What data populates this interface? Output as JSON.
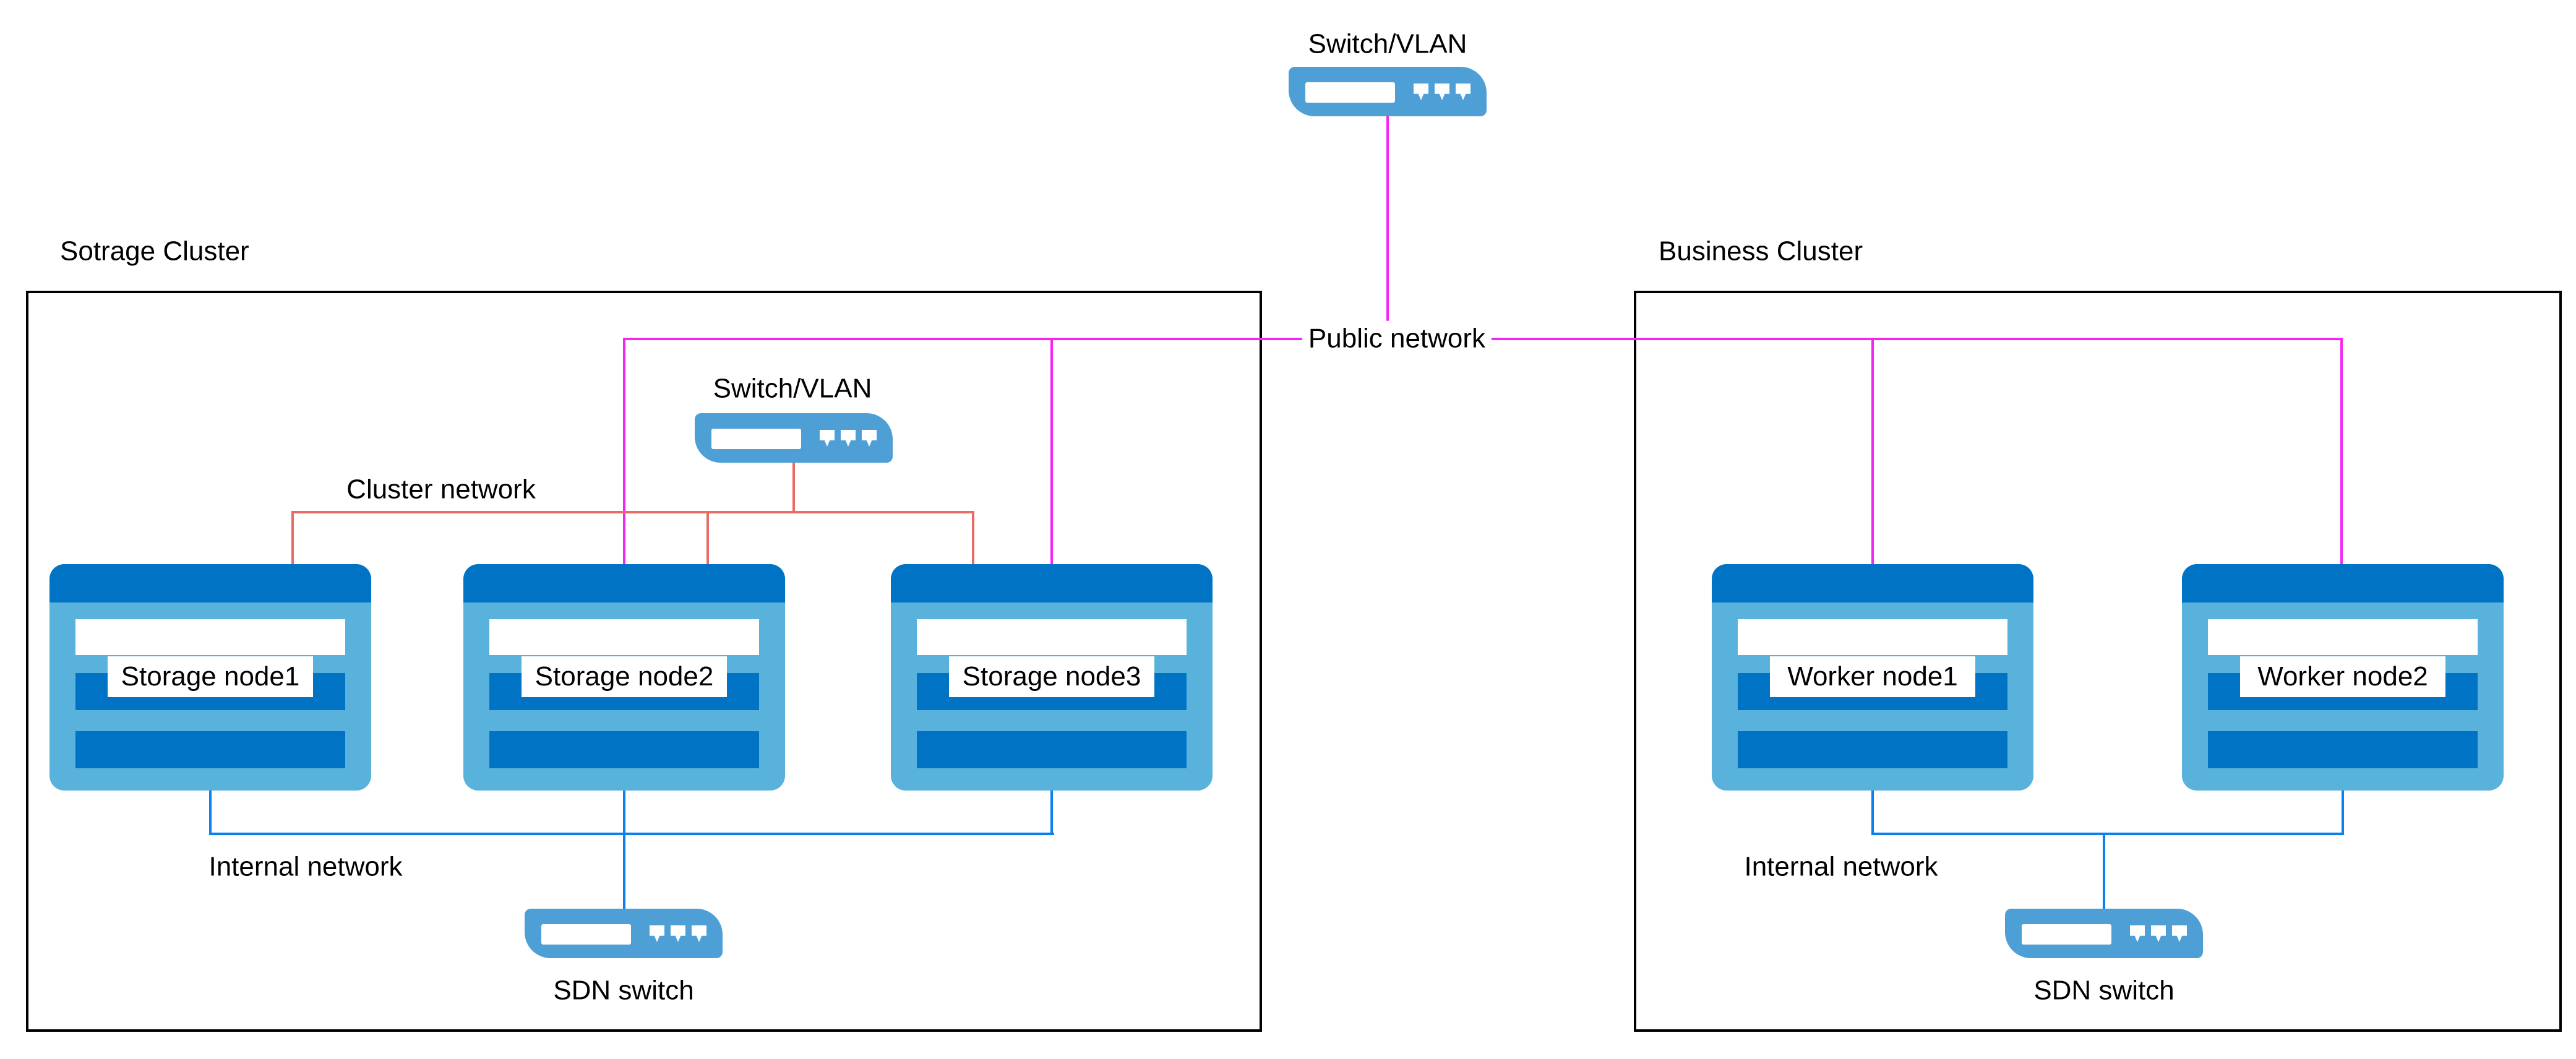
{
  "diagram": {
    "top_switch": {
      "label": "Switch/VLAN"
    },
    "public_network": {
      "label": "Public network"
    },
    "storage_cluster": {
      "title": "Sotrage Cluster",
      "switch_label": "Switch/VLAN",
      "cluster_network_label": "Cluster network",
      "internal_network_label": "Internal network",
      "sdn_switch_label": "SDN switch",
      "nodes": [
        {
          "label": "Storage node1"
        },
        {
          "label": "Storage node2"
        },
        {
          "label": "Storage node3"
        }
      ]
    },
    "business_cluster": {
      "title": "Business Cluster",
      "internal_network_label": "Internal network",
      "sdn_switch_label": "SDN switch",
      "nodes": [
        {
          "label": "Worker node1"
        },
        {
          "label": "Worker node2"
        }
      ]
    }
  },
  "colors": {
    "public_network_line": "#F326F3",
    "cluster_network_line": "#EA6A64",
    "internal_network_line": "#0B81F0",
    "switch_icon_fill": "#4F9FD7",
    "node_fill_light": "#59B2DC",
    "node_fill_dark": "#0173C5",
    "cluster_border": "#000000",
    "label_text": "#000000",
    "background": "#FFFFFF"
  }
}
